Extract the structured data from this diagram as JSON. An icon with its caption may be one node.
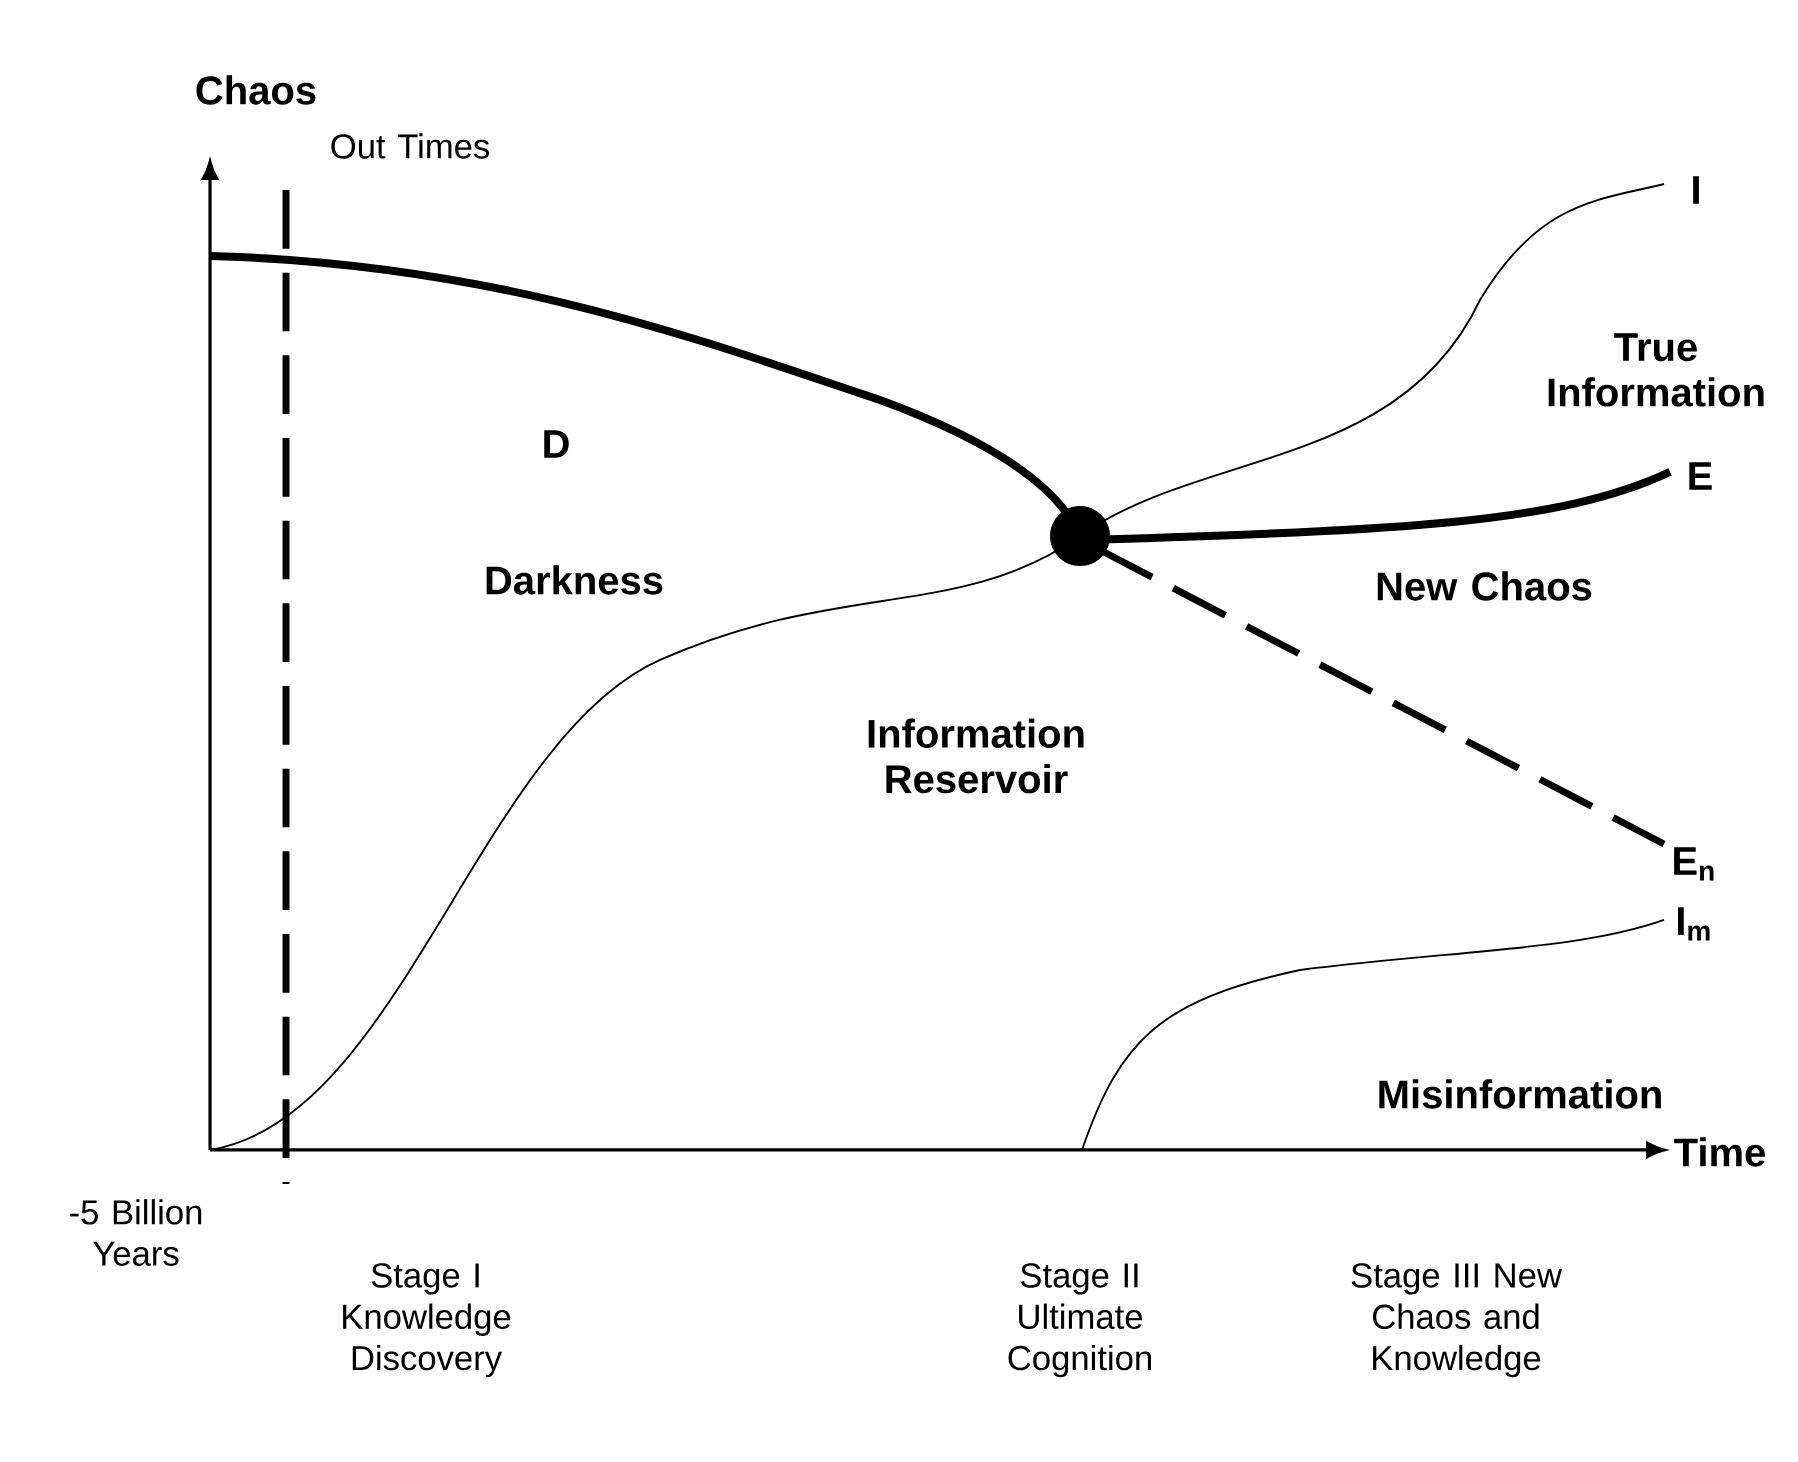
{
  "diagram": {
    "labels": [
      "Chaos",
      "Out Times",
      "I",
      "True Information",
      "D",
      "E",
      "Darkness",
      "New Chaos",
      "Information Reservoir",
      "E$_{n}$",
      "I$_{m}$",
      "Misinformation",
      "Time",
      "-5 Billion Years",
      "Stage I Knowledge Discovery",
      "Stage II Ultimate Cognition",
      "Stage III New Chaos and Knowledge"
    ]
  }
}
